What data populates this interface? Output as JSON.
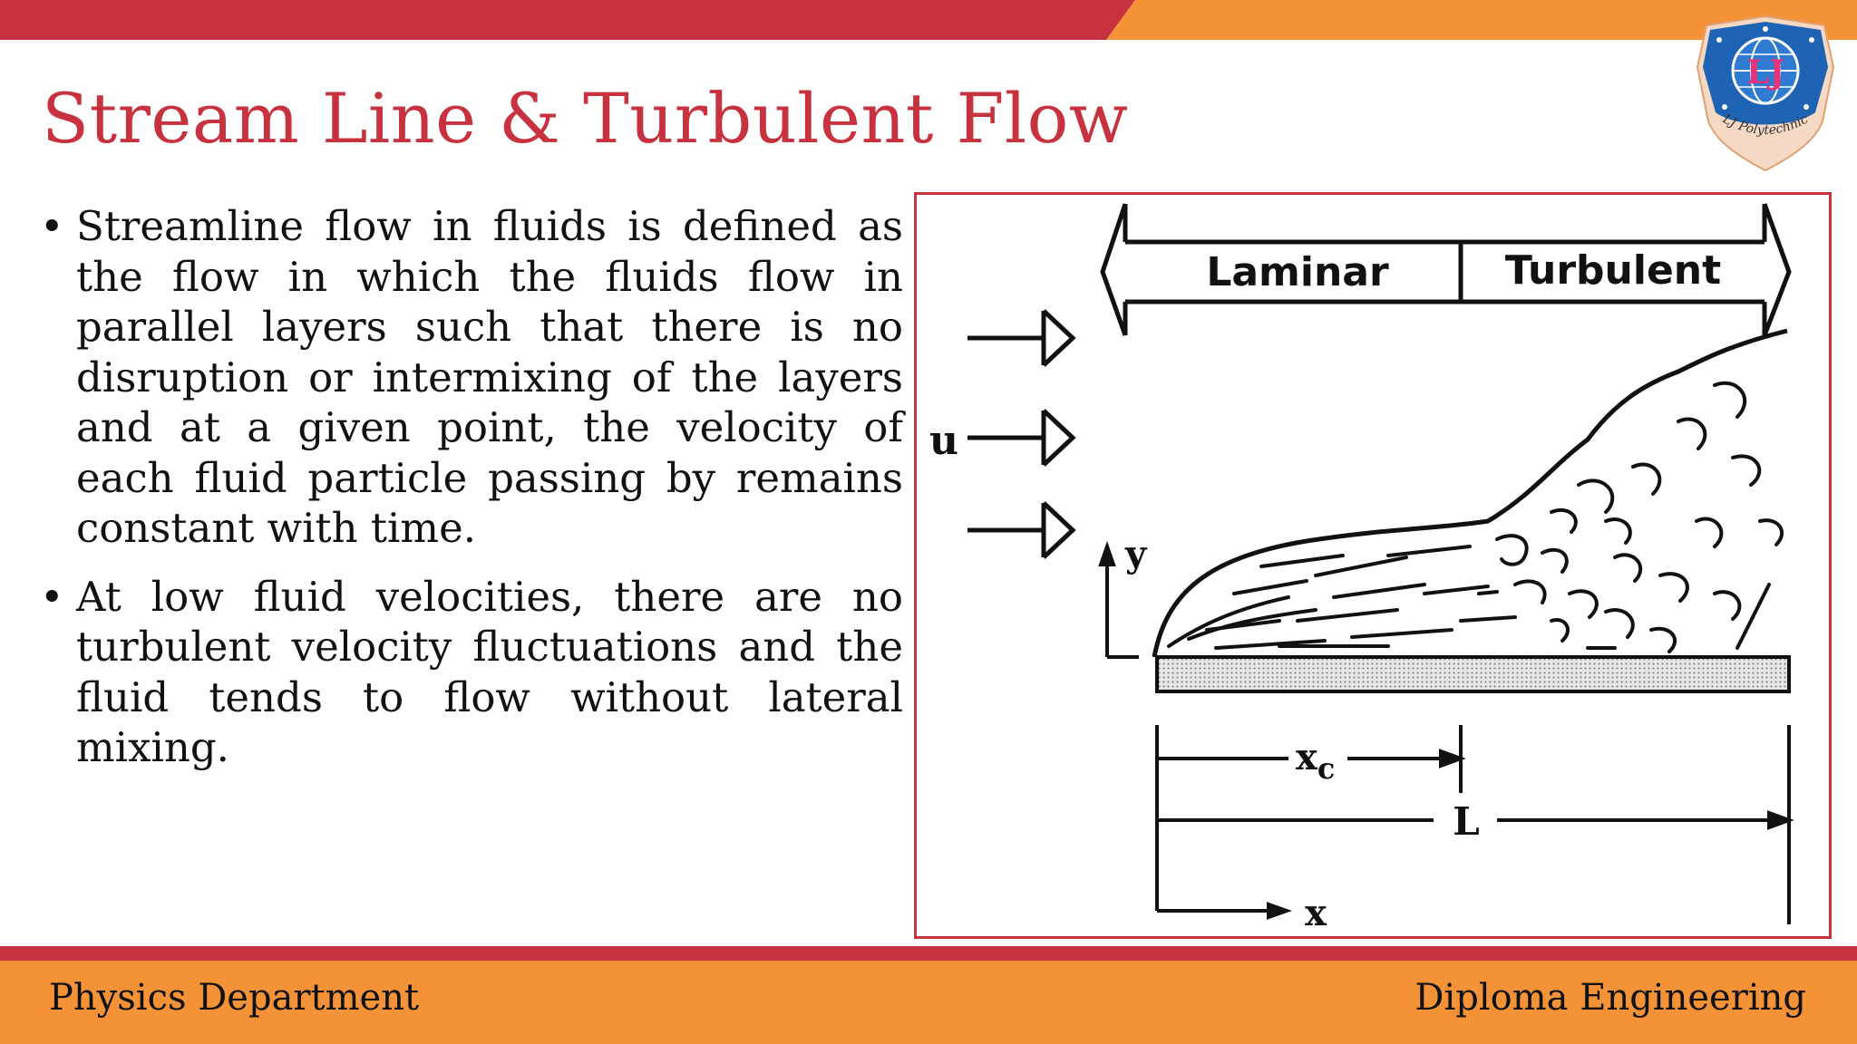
{
  "slide": {
    "title": "Stream Line & Turbulent Flow",
    "bullets": [
      {
        "marker": "•",
        "text": "Streamline flow in fluids is defined as the flow in which the fluids flow in parallel layers such that there is no disruption or intermixing of the layers and at a given point, the velocity of each fluid particle passing by remains constant with time."
      },
      {
        "marker": "•",
        "text": "At low fluid velocities, there are no turbulent velocity fluctuations and the fluid tends to flow without lateral mixing."
      }
    ]
  },
  "logo": {
    "initials": "LJ",
    "caption": "LJ Polytechnic"
  },
  "figure": {
    "laminar": "Laminar",
    "turbulent": "Turbulent",
    "velocity": "u",
    "y_axis": "y",
    "x_axis": "x",
    "critical_length": "x",
    "critical_sub": "c",
    "plate_length": "L"
  },
  "footer": {
    "left": "Physics Department",
    "right": "Diploma Engineering"
  },
  "colors": {
    "accent_red": "#c8323f",
    "accent_orange": "#f39237"
  }
}
